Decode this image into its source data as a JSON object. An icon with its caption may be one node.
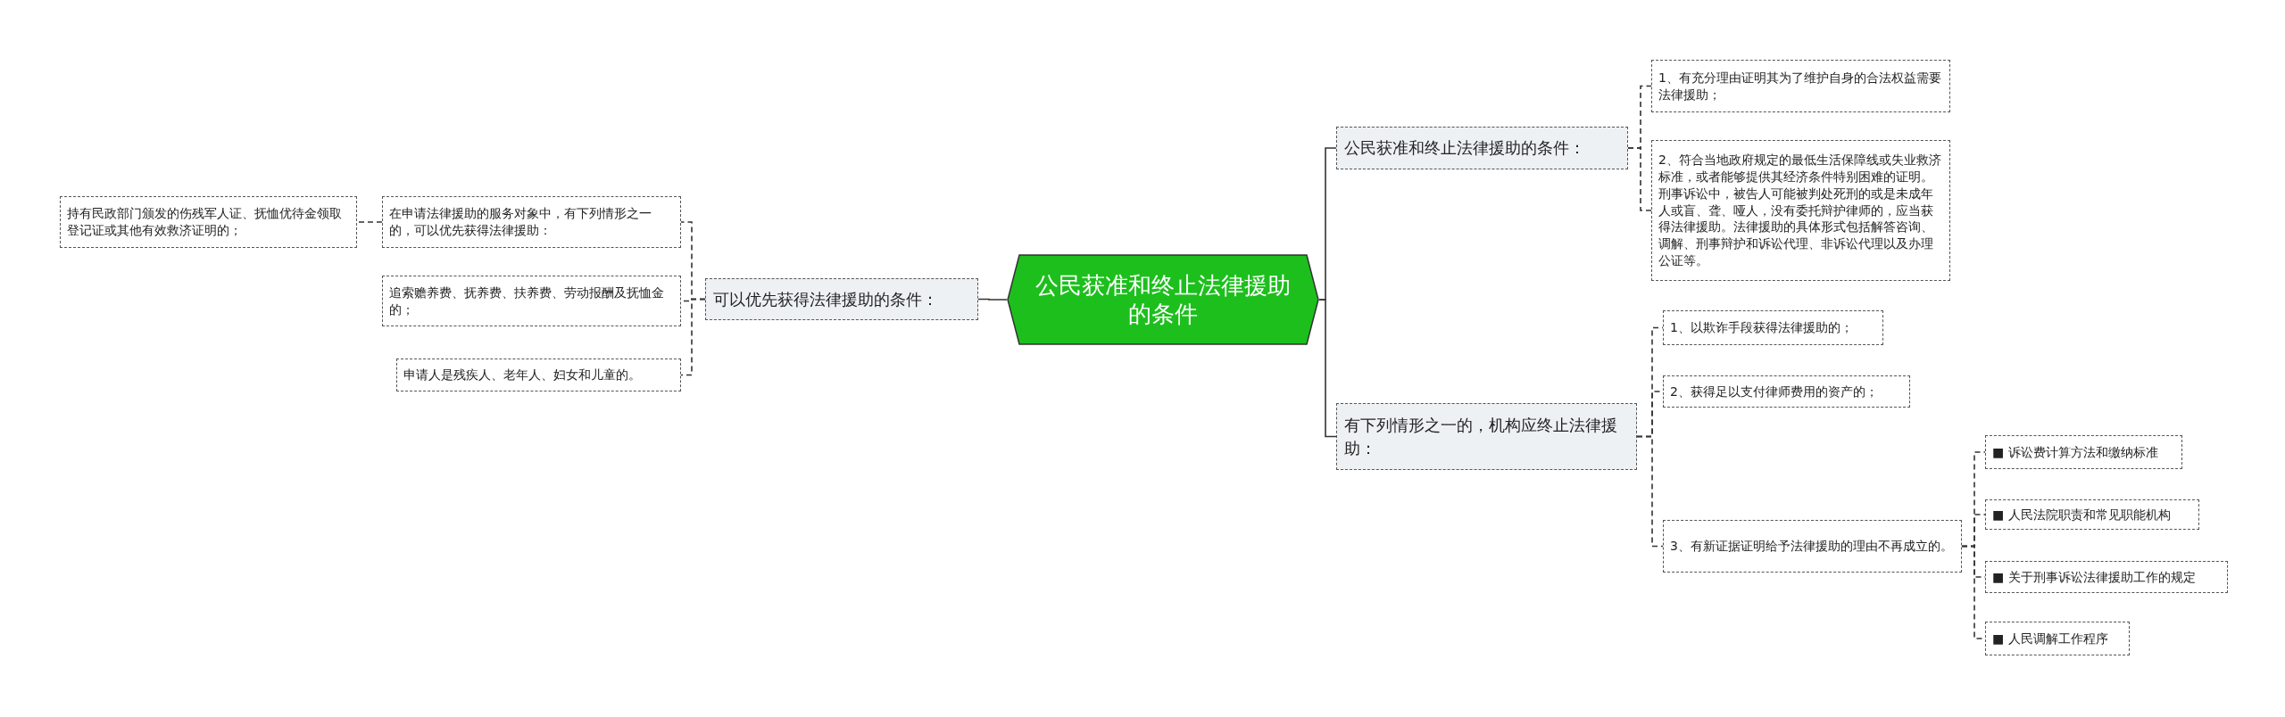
{
  "diagram": {
    "nodes": [
      {
        "text": [
          "公民获准和终止法律援助的条件"
        ]
      },
      {
        "text": [
          "公民获准和终止法律援助的条件："
        ]
      },
      {
        "text": [
          "1、有充分理由证明其为了维护自身的合法权益需要法律援助；"
        ]
      },
      {
        "text": [
          "2、符合当地政府规定的最低生活保障线或失业救济标准，或者能够提供其经济条件特别困难的证明。刑事诉讼中，被告人可能被判处死刑的或是未成年人或盲、聋、哑人，没有委托辩护律师的，应当获得法律援助。法律援助的具体形式包括解答咨询、调解、刑事辩护和诉讼代理、非诉讼代理以及办理公证等。"
        ]
      },
      {
        "text": [
          "有下列情形之一的，机构应终止法律援助："
        ]
      },
      {
        "text": [
          "1、以欺诈手段获得法律援助的；"
        ]
      },
      {
        "text": [
          "2、获得足以支付律师费用的资产的；"
        ]
      },
      {
        "text": [
          "3、有新证据证明给予法律援助的理由不再成立的。"
        ]
      },
      {
        "text": [
          "■ 诉讼费计算方法和缴纳标准"
        ]
      },
      {
        "text": [
          "■ 人民法院职责和常见职能机构"
        ]
      },
      {
        "text": [
          "■ 关于刑事诉讼法律援助工作的规定"
        ]
      },
      {
        "text": [
          "■ 人民调解工作程序"
        ]
      },
      {
        "text": [
          "可以优先获得法律援助的条件："
        ]
      },
      {
        "text": [
          "在申请法律援助的服务对象中，有下列情形之一的，可以优先获得法律援助："
        ]
      },
      {
        "text": [
          "持有民政部门颁发的伤残军人证、抚恤优待金领取登记证或其他有效救济证明的；"
        ]
      },
      {
        "text": [
          "追索赡养费、抚养费、扶养费、劳动报酬及抚恤金的；"
        ]
      },
      {
        "text": [
          "申请人是残疾人、老年人、妇女和儿童的。"
        ]
      }
    ],
    "edges": [
      {
        "from": 0,
        "to": 1,
        "arrow": "none"
      },
      {
        "from": 0,
        "to": 4,
        "arrow": "none"
      },
      {
        "from": 0,
        "to": 12,
        "arrow": "none"
      },
      {
        "from": 1,
        "to": 2,
        "arrow": "none",
        "style": "dashed"
      },
      {
        "from": 1,
        "to": 3,
        "arrow": "none",
        "style": "dashed"
      },
      {
        "from": 4,
        "to": 5,
        "arrow": "none",
        "style": "dashed"
      },
      {
        "from": 4,
        "to": 6,
        "arrow": "none",
        "style": "dashed"
      },
      {
        "from": 4,
        "to": 7,
        "arrow": "none",
        "style": "dashed"
      },
      {
        "from": 7,
        "to": 8,
        "arrow": "none",
        "style": "dashed"
      },
      {
        "from": 7,
        "to": 9,
        "arrow": "none",
        "style": "dashed"
      },
      {
        "from": 7,
        "to": 10,
        "arrow": "none",
        "style": "dashed"
      },
      {
        "from": 7,
        "to": 11,
        "arrow": "none",
        "style": "dashed"
      },
      {
        "from": 12,
        "to": 13,
        "arrow": "none",
        "style": "dashed"
      },
      {
        "from": 12,
        "to": 15,
        "arrow": "none",
        "style": "dashed"
      },
      {
        "from": 12,
        "to": 16,
        "arrow": "none",
        "style": "dashed"
      },
      {
        "from": 13,
        "to": 14,
        "arrow": "none",
        "style": "dashed"
      }
    ]
  }
}
